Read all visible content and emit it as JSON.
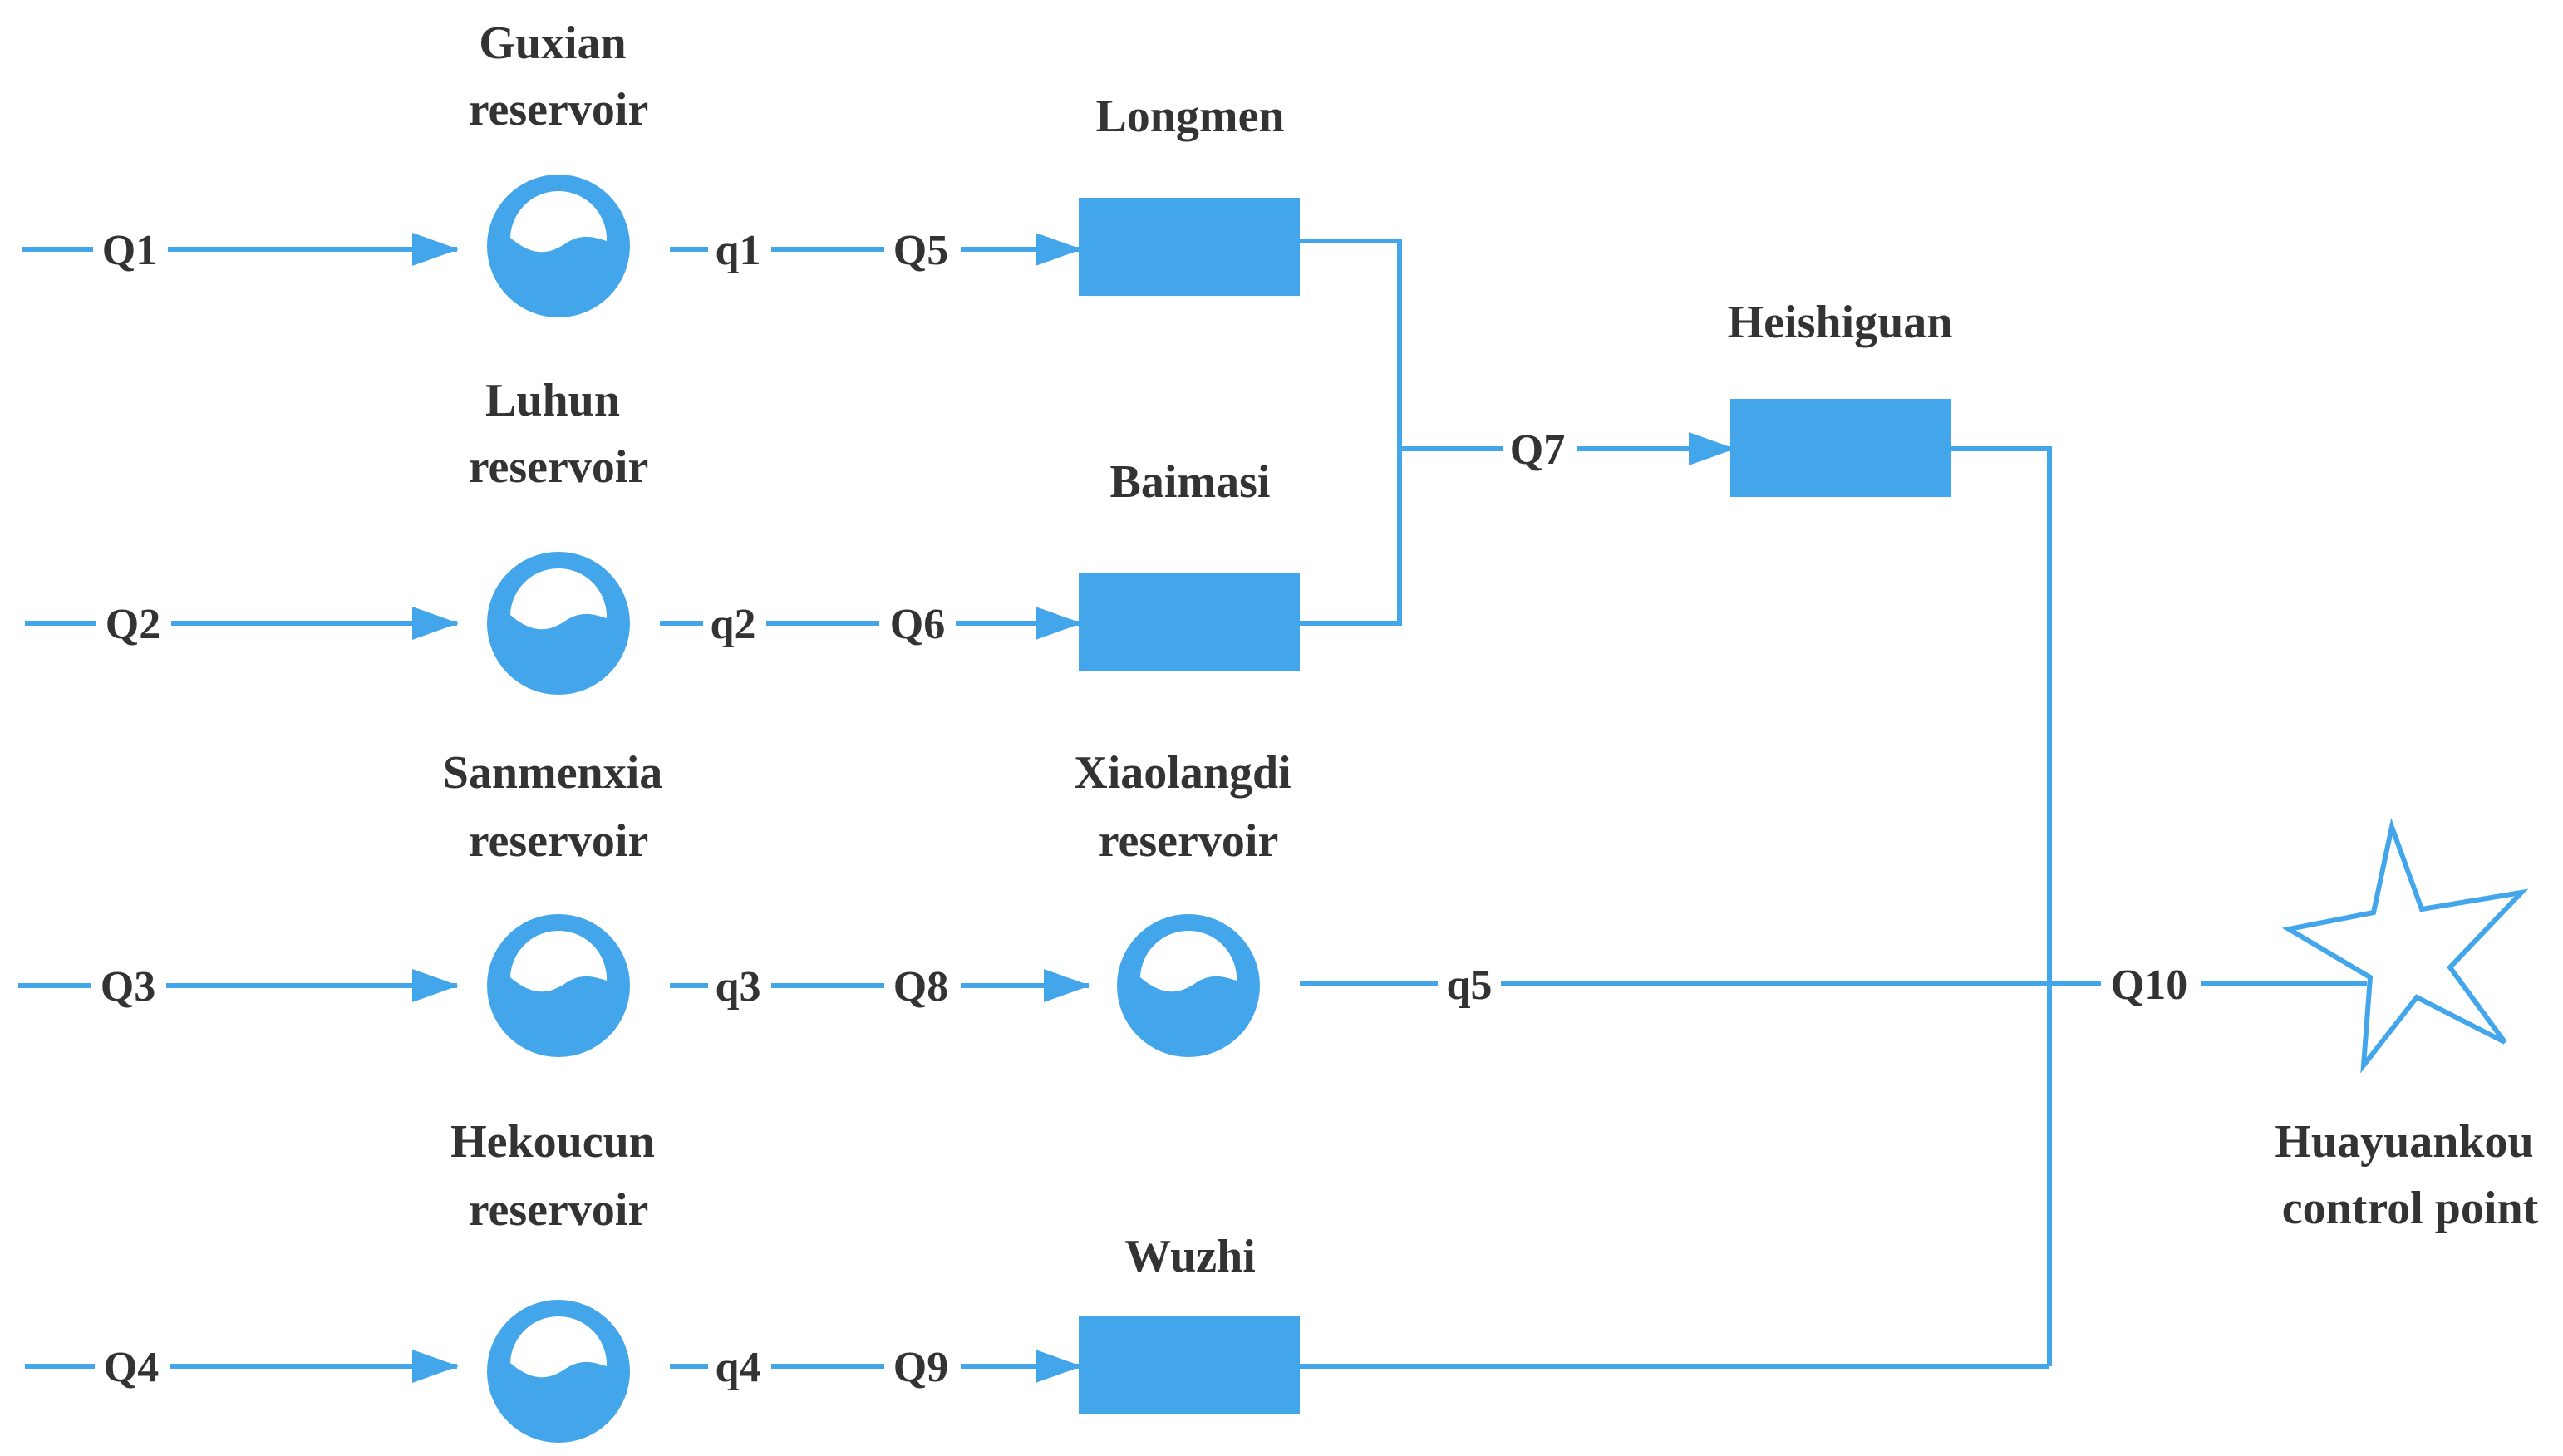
{
  "colors": {
    "accent": "#43a6ea",
    "text": "#333333",
    "background": "#ffffff"
  },
  "nodes": {
    "guxian": {
      "lines": [
        "Guxian",
        "reservoir"
      ],
      "icon": "reservoir-icon"
    },
    "luhun": {
      "lines": [
        "Luhun",
        "reservoir"
      ],
      "icon": "reservoir-icon"
    },
    "sanmenxia": {
      "lines": [
        "Sanmenxia",
        "reservoir"
      ],
      "icon": "reservoir-icon"
    },
    "hekoucun": {
      "lines": [
        "Hekoucun",
        "reservoir"
      ],
      "icon": "reservoir-icon"
    },
    "xiaolangdi": {
      "lines": [
        "Xiaolangdi",
        "reservoir"
      ],
      "icon": "reservoir-icon"
    },
    "longmen": {
      "lines": [
        "Longmen"
      ],
      "icon": "station-box"
    },
    "baimasi": {
      "lines": [
        "Baimasi"
      ],
      "icon": "station-box"
    },
    "wuzhi": {
      "lines": [
        "Wuzhi"
      ],
      "icon": "station-box"
    },
    "heishiguan": {
      "lines": [
        "Heishiguan"
      ],
      "icon": "station-box"
    },
    "huayuankou": {
      "lines": [
        "Huayuankou",
        "control point"
      ],
      "icon": "star-icon"
    }
  },
  "flows": {
    "Q1": "Q1",
    "Q2": "Q2",
    "Q3": "Q3",
    "Q4": "Q4",
    "Q5": "Q5",
    "Q6": "Q6",
    "Q7": "Q7",
    "Q8": "Q8",
    "Q9": "Q9",
    "Q10": "Q10",
    "q1": "q1",
    "q2": "q2",
    "q3": "q3",
    "q4": "q4",
    "q5": "q5"
  }
}
